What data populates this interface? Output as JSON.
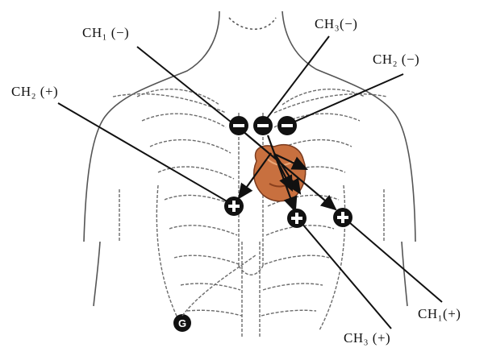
{
  "labels": {
    "ch1_neg": "CH₁ (−)",
    "ch3_neg": "CH₃(−)",
    "ch2_neg": "CH₂ (−)",
    "ch2_pos": "CH₂ (+)",
    "ch1_pos": "CH₁(+)",
    "ch3_pos": "CH₃ (+)"
  },
  "ground_label": "G",
  "colors": {
    "ink": "#111111",
    "sketch": "#6b6b6b",
    "heart": "#c8703f"
  }
}
